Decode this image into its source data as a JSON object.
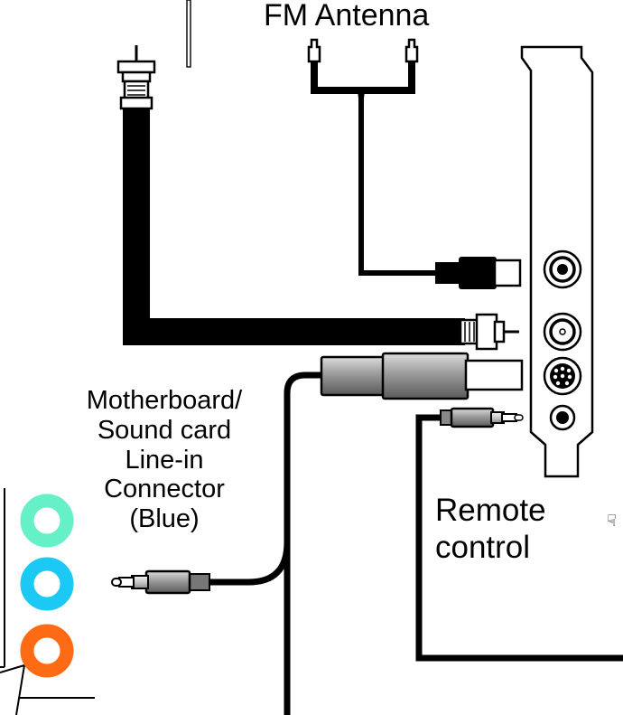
{
  "labels": {
    "fm_antenna": "FM Antenna",
    "line_in": [
      "Motherboard/",
      "Sound card",
      "Line-in",
      "Connector",
      "(Blue)"
    ],
    "remote_control": [
      "Remote",
      "control"
    ]
  },
  "colors": {
    "line_in_jack_green": "#66f0c8",
    "line_in_jack_blue": "#1cc8f4",
    "line_in_jack_orange": "#ff6a14",
    "cable": "#000000",
    "connector_grey": "#b4b4b4"
  },
  "icons": {
    "cursor": "hand-cursor-icon"
  }
}
